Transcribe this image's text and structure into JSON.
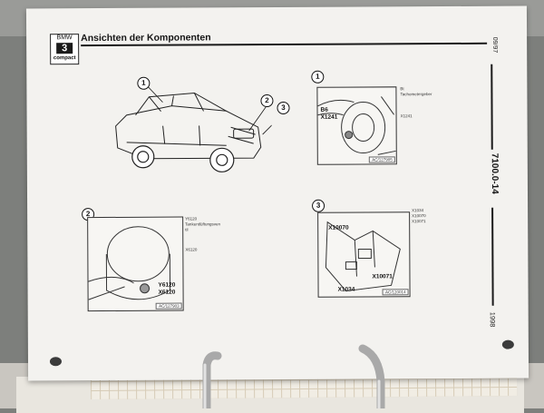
{
  "header": {
    "brand": "BMW",
    "series": "3",
    "model": "compact",
    "title": "Ansichten der Komponenten"
  },
  "margin": {
    "date": "09/97",
    "code": "7100.0-14",
    "year": "1998"
  },
  "overview": {
    "callouts": [
      "1",
      "2",
      "3"
    ]
  },
  "detail1": {
    "number": "1",
    "labels": [
      "B6",
      "X1241"
    ],
    "notes": [
      "Bt",
      "Tachometergeber",
      "X1241"
    ],
    "ref": "AC/127905"
  },
  "detail2": {
    "number": "2",
    "labels": [
      "Y6120",
      "X6120"
    ],
    "notes": [
      "Y6120",
      "Tankentlüftungsven",
      "til",
      "X6120"
    ],
    "ref": "AC/127903"
  },
  "detail3": {
    "number": "3",
    "labels": [
      "X10070",
      "X10071",
      "X1034"
    ],
    "notes": [
      "X1034",
      "X10070",
      "X10071"
    ],
    "ref": "AC/120014"
  }
}
